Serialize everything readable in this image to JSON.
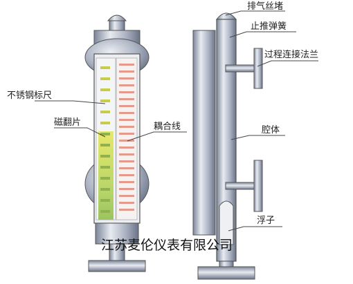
{
  "labels": {
    "stainless_scale": "不锈钢标尺",
    "magnetic_flap": "磁翻片",
    "coupling_line": "耦合线",
    "vent_plug": "排气丝堵",
    "stop_spring": "止推弹簧",
    "process_flange": "过程连接法兰",
    "chamber": "腔体",
    "float": "浮子"
  },
  "company": "江苏麦伦仪表有限公司",
  "colors": {
    "steel_light": "#e6e9ef",
    "steel_mid": "#b4bccb",
    "steel_dark": "#6d7689",
    "flap_yellow": "#e3e65e",
    "flap_green": "#a9cf63",
    "flap_red": "#e9a090",
    "line": "#444444"
  }
}
